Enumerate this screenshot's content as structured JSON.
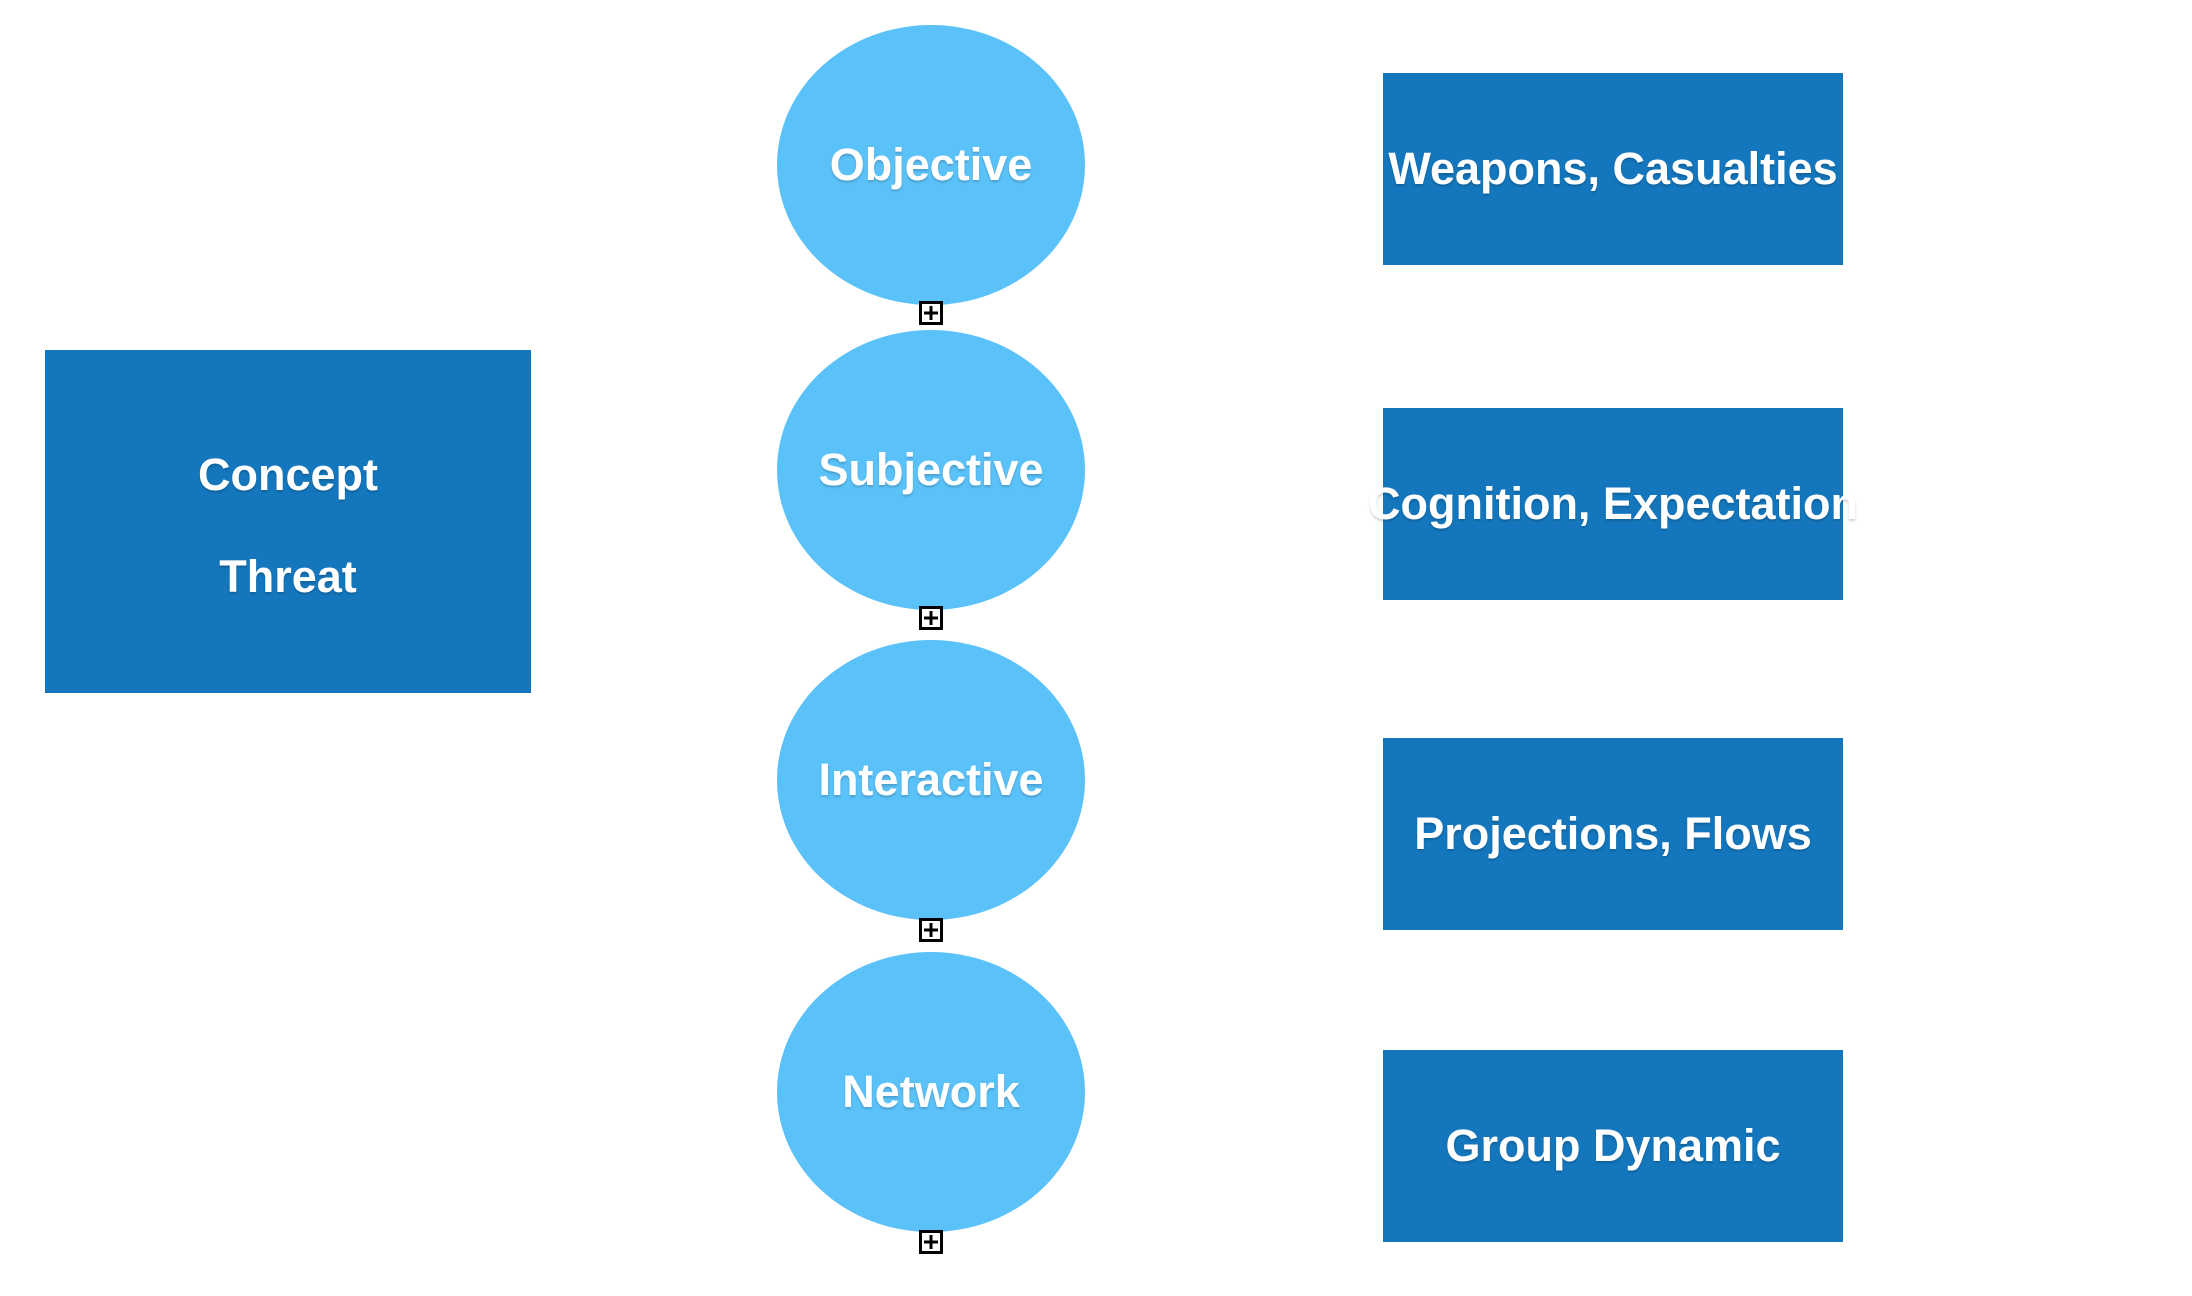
{
  "colors": {
    "circle_fill": "#5bc2f9",
    "box_fill": "#1477bd",
    "shape_text": "#ffffff",
    "background": "#ffffff",
    "expand_icon_color": "#000000",
    "expand_icon_bg": "#ffffff"
  },
  "concept_box": {
    "line1": "Concept",
    "line2": "Threat"
  },
  "levels": [
    {
      "circle_label": "Objective",
      "box_label": "Weapons, Casualties"
    },
    {
      "circle_label": "Subjective",
      "box_label": "Cognition, Expectation"
    },
    {
      "circle_label": "Interactive",
      "box_label": "Projections, Flows"
    },
    {
      "circle_label": "Network",
      "box_label": "Group Dynamic"
    }
  ],
  "icons": {
    "expand": "plus-box-icon"
  }
}
